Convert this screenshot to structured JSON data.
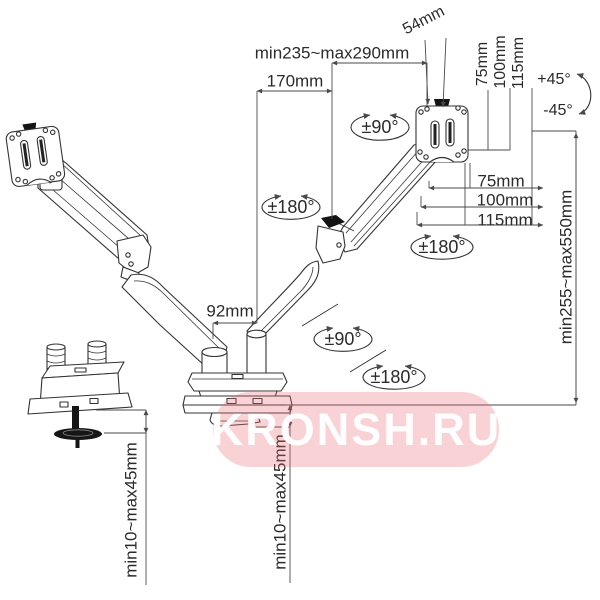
{
  "diagram": {
    "type": "technical-dimension-drawing",
    "subject": "dual-monitor-desk-mount-arm",
    "labels": {
      "tab_width": "54mm",
      "reach_range": "min235~max290mm",
      "arm_length": "170mm",
      "arm_offset": "92mm",
      "vesa_top_75": "75mm",
      "vesa_top_100": "100mm",
      "vesa_top_115": "115mm",
      "vesa_side_75": "75mm",
      "vesa_side_100": "100mm",
      "vesa_side_115": "115mm",
      "tilt_up": "+45°",
      "tilt_down": "-45°",
      "swivel_top": "±90°",
      "swivel_bottom": "±90°",
      "rotate_left": "±180°",
      "rotate_right": "±180°",
      "rotate_bottom": "±180°",
      "height_range": "min255~max550mm",
      "clamp_range_left": "min10~max45mm",
      "clamp_range_center": "min10~max45mm"
    },
    "watermark": {
      "text": "KRONSH.RU",
      "bg_color": "#e86a74",
      "text_color": "#ffffff"
    },
    "colors": {
      "line": "#333333",
      "dimension_line": "#4a4a4a",
      "solid_parts": "#141414"
    }
  }
}
